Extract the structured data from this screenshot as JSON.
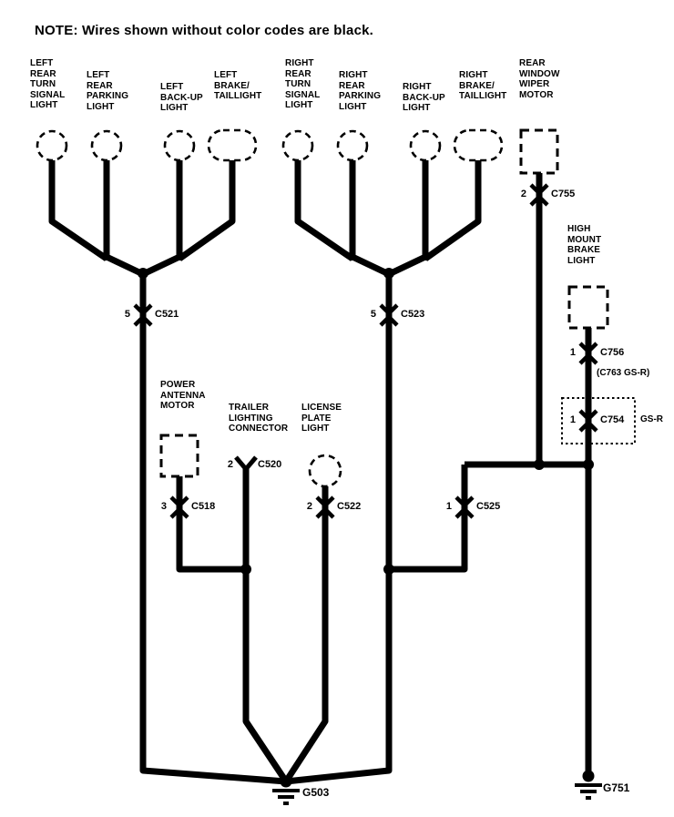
{
  "note": "NOTE: Wires shown without color codes are black.",
  "labels": {
    "left_rear_turn_signal": "LEFT\nREAR\nTURN\nSIGNAL\nLIGHT",
    "left_rear_parking": "LEFT\nREAR\nPARKING\nLIGHT",
    "left_backup": "LEFT\nBACK-UP\nLIGHT",
    "left_brake_taillight": "LEFT\nBRAKE/\nTAILLIGHT",
    "right_rear_turn_signal": "RIGHT\nREAR\nTURN\nSIGNAL\nLIGHT",
    "right_rear_parking": "RIGHT\nREAR\nPARKING\nLIGHT",
    "right_backup": "RIGHT\nBACK-UP\nLIGHT",
    "right_brake_taillight": "RIGHT\nBRAKE/\nTAILLIGHT",
    "rear_window_wiper_motor": "REAR\nWINDOW\nWIPER\nMOTOR",
    "high_mount_brake_light": "HIGH\nMOUNT\nBRAKE\nLIGHT",
    "power_antenna_motor": "POWER\nANTENNA\nMOTOR",
    "trailer_lighting_connector": "TRAILER\nLIGHTING\nCONNECTOR",
    "license_plate_light": "LICENSE\nPLATE\nLIGHT"
  },
  "connectors": {
    "c755": {
      "pin": "2",
      "name": "C755"
    },
    "c521": {
      "pin": "5",
      "name": "C521"
    },
    "c523": {
      "pin": "5",
      "name": "C523"
    },
    "c756": {
      "pin": "1",
      "name": "C756"
    },
    "c754": {
      "pin": "1",
      "name": "C754"
    },
    "c518": {
      "pin": "3",
      "name": "C518"
    },
    "c520": {
      "pin": "2",
      "name": "C520"
    },
    "c522": {
      "pin": "2",
      "name": "C522"
    },
    "c525": {
      "pin": "1",
      "name": "C525"
    }
  },
  "annotations": {
    "c763_variant": "(C763 GS-R)",
    "gsr_tag": "GS-R"
  },
  "grounds": {
    "g503": "G503",
    "g751": "G751"
  },
  "colors": {
    "wire": "#000000",
    "background": "#ffffff",
    "text": "#000000"
  }
}
